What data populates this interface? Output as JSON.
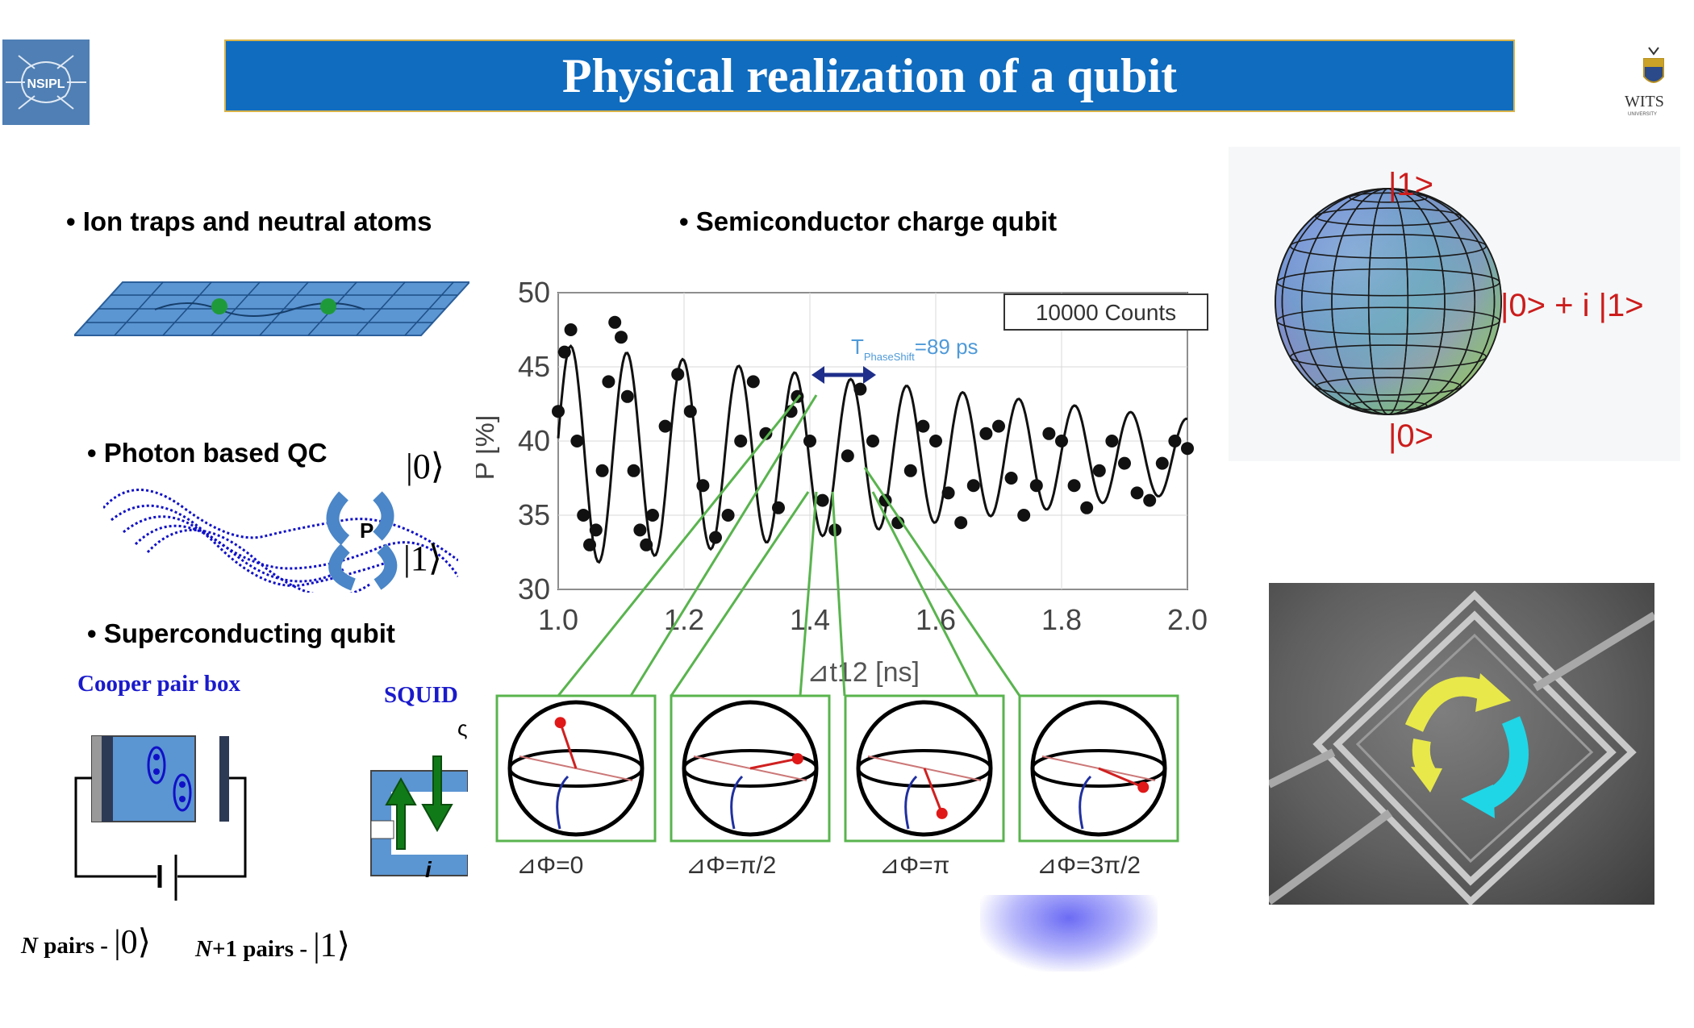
{
  "header": {
    "title": "Physical realization of a qubit",
    "left_logo_text": "NSIPL",
    "right_logo_text": "WITS",
    "right_logo_subtext": "UNIVERSITY"
  },
  "sections": {
    "ion_traps": "• Ion traps and neutral atoms",
    "photon": "• Photon based QC",
    "superconducting": "• Superconducting qubit",
    "semiconductor": "• Semiconductor charge qubit"
  },
  "photon_diagram": {
    "ket0": "|0⟩",
    "ket1": "|1⟩",
    "p_label": "P"
  },
  "superconducting_diagram": {
    "cooper_label": "Cooper pair box",
    "squid_label": "SQUID",
    "current_label": "i",
    "n_pairs_prefix": "N",
    "n_pairs_text": " pairs - ",
    "n_pairs_ket": "|0⟩",
    "n1_pairs_prefix": "N",
    "n1_pairs_text": "+1 pairs - ",
    "n1_pairs_ket": "|1⟩"
  },
  "bloch_sphere": {
    "top_label": "|1>",
    "right_label": "|0> + i |1>",
    "bottom_label": "|0>"
  },
  "phase_labels": [
    "⊿Φ=0",
    "⊿Φ=π/2",
    "⊿Φ=π",
    "⊿Φ=3π/2"
  ],
  "chart_data": {
    "type": "scatter",
    "title": "",
    "xlabel": "⊿t12 [ns]",
    "ylabel": "P [%]",
    "xlim": [
      1.0,
      2.0
    ],
    "ylim": [
      30,
      50
    ],
    "xticks": [
      "1.0",
      "1.2",
      "1.4",
      "1.6",
      "1.8",
      "2.0"
    ],
    "yticks": [
      "30",
      "35",
      "40",
      "45",
      "50"
    ],
    "legend": "10000 Counts",
    "annotation": "T_PhaseShift=89 ps",
    "annotation_main": "T",
    "annotation_sub": "PhaseShift",
    "annotation_value": "=89 ps",
    "fit_curve": {
      "period_ns": 0.089,
      "center": 39,
      "amplitude_start": 7.5,
      "amplitude_end": 2.5
    },
    "points": [
      {
        "x": 1.0,
        "y": 42.0
      },
      {
        "x": 1.01,
        "y": 46.0
      },
      {
        "x": 1.02,
        "y": 47.5
      },
      {
        "x": 1.03,
        "y": 40.0
      },
      {
        "x": 1.04,
        "y": 35.0
      },
      {
        "x": 1.05,
        "y": 33.0
      },
      {
        "x": 1.06,
        "y": 34.0
      },
      {
        "x": 1.07,
        "y": 38.0
      },
      {
        "x": 1.08,
        "y": 44.0
      },
      {
        "x": 1.09,
        "y": 48.0
      },
      {
        "x": 1.1,
        "y": 47.0
      },
      {
        "x": 1.11,
        "y": 43.0
      },
      {
        "x": 1.12,
        "y": 38.0
      },
      {
        "x": 1.13,
        "y": 34.0
      },
      {
        "x": 1.14,
        "y": 33.0
      },
      {
        "x": 1.15,
        "y": 35.0
      },
      {
        "x": 1.17,
        "y": 41.0
      },
      {
        "x": 1.19,
        "y": 44.5
      },
      {
        "x": 1.21,
        "y": 42.0
      },
      {
        "x": 1.23,
        "y": 37.0
      },
      {
        "x": 1.25,
        "y": 33.5
      },
      {
        "x": 1.27,
        "y": 35.0
      },
      {
        "x": 1.29,
        "y": 40.0
      },
      {
        "x": 1.31,
        "y": 44.0
      },
      {
        "x": 1.33,
        "y": 40.5
      },
      {
        "x": 1.35,
        "y": 35.5
      },
      {
        "x": 1.37,
        "y": 42.0
      },
      {
        "x": 1.38,
        "y": 43.0
      },
      {
        "x": 1.4,
        "y": 40.0
      },
      {
        "x": 1.42,
        "y": 36.0
      },
      {
        "x": 1.44,
        "y": 34.0
      },
      {
        "x": 1.46,
        "y": 39.0
      },
      {
        "x": 1.48,
        "y": 43.5
      },
      {
        "x": 1.5,
        "y": 40.0
      },
      {
        "x": 1.52,
        "y": 36.0
      },
      {
        "x": 1.54,
        "y": 34.5
      },
      {
        "x": 1.56,
        "y": 38.0
      },
      {
        "x": 1.58,
        "y": 41.0
      },
      {
        "x": 1.6,
        "y": 40.0
      },
      {
        "x": 1.62,
        "y": 36.5
      },
      {
        "x": 1.64,
        "y": 34.5
      },
      {
        "x": 1.66,
        "y": 37.0
      },
      {
        "x": 1.68,
        "y": 40.5
      },
      {
        "x": 1.7,
        "y": 41.0
      },
      {
        "x": 1.72,
        "y": 37.5
      },
      {
        "x": 1.74,
        "y": 35.0
      },
      {
        "x": 1.76,
        "y": 37.0
      },
      {
        "x": 1.78,
        "y": 40.5
      },
      {
        "x": 1.8,
        "y": 40.0
      },
      {
        "x": 1.82,
        "y": 37.0
      },
      {
        "x": 1.84,
        "y": 35.5
      },
      {
        "x": 1.86,
        "y": 38.0
      },
      {
        "x": 1.88,
        "y": 40.0
      },
      {
        "x": 1.9,
        "y": 38.5
      },
      {
        "x": 1.92,
        "y": 36.5
      },
      {
        "x": 1.94,
        "y": 36.0
      },
      {
        "x": 1.96,
        "y": 38.5
      },
      {
        "x": 1.98,
        "y": 40.0
      },
      {
        "x": 2.0,
        "y": 39.5
      }
    ]
  }
}
